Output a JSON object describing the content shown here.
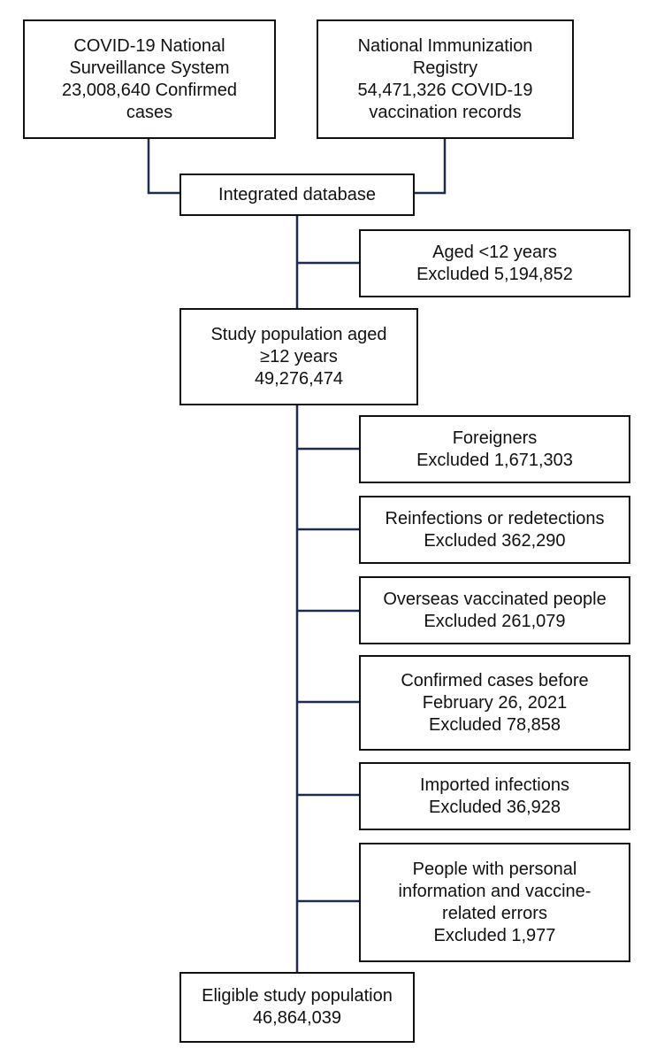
{
  "diagram": {
    "source_left": {
      "line1": "COVID-19 National",
      "line2": "Surveillance System",
      "line3": "23,008,640 Confirmed",
      "line4": "cases"
    },
    "source_right": {
      "line1": "National Immunization",
      "line2": "Registry",
      "line3": "54,471,326 COVID-19",
      "line4": "vaccination records"
    },
    "integrated": {
      "label": "Integrated database"
    },
    "excl_age": {
      "line1": "Aged <12 years",
      "line2": "Excluded 5,194,852"
    },
    "study_pop": {
      "line1": "Study population aged",
      "line2": "≥12 years",
      "line3": "49,276,474"
    },
    "excl_foreigners": {
      "line1": "Foreigners",
      "line2": "Excluded 1,671,303"
    },
    "excl_reinfections": {
      "line1": "Reinfections or redetections",
      "line2": "Excluded 362,290"
    },
    "excl_overseas": {
      "line1": "Overseas vaccinated people",
      "line2": "Excluded 261,079"
    },
    "excl_before_date": {
      "line1": "Confirmed cases before",
      "line2": "February 26, 2021",
      "line3": "Excluded 78,858"
    },
    "excl_imported": {
      "line1": "Imported infections",
      "line2": "Excluded 36,928"
    },
    "excl_errors": {
      "line1": "People with personal",
      "line2": "information and vaccine-",
      "line3": "related errors",
      "line4": "Excluded 1,977"
    },
    "eligible": {
      "line1": "Eligible study population",
      "line2": "46,864,039"
    },
    "connector_color": "#1f2a4d"
  }
}
